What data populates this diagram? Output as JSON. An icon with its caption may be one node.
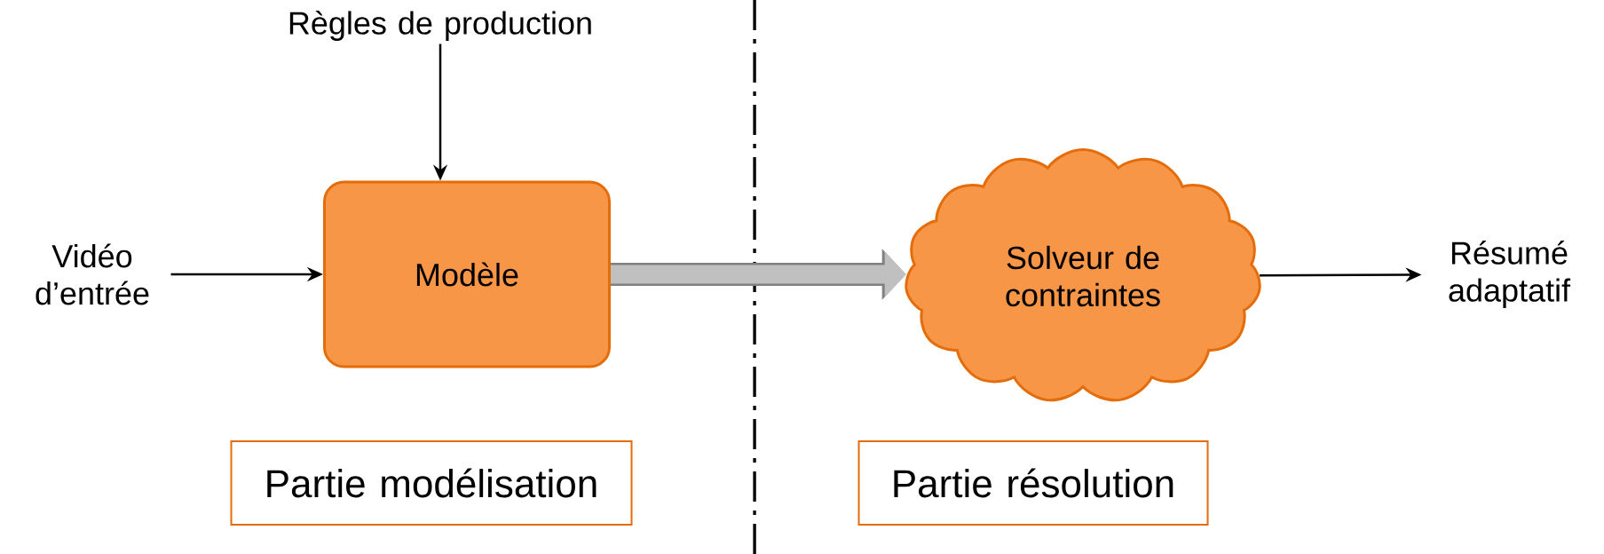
{
  "diagram": {
    "nodes": [
      {
        "text": [
          "Règles de production"
        ]
      },
      {
        "text": [
          "Vidéo d’entrée"
        ]
      },
      {
        "text": [
          "Modèle"
        ]
      },
      {
        "text": [
          "Solveur de contraintes"
        ]
      },
      {
        "text": [
          "Résumé adaptatif"
        ]
      },
      {
        "text": [
          "Partie modélisation"
        ]
      },
      {
        "text": [
          "Partie résolution"
        ]
      }
    ],
    "edges": [
      {
        "from": 0,
        "to": 2,
        "arrow": "to"
      },
      {
        "from": 1,
        "to": 2,
        "arrow": "to"
      },
      {
        "from": 2,
        "to": 3,
        "arrow": "to",
        "style": "thick",
        "color": "#c0c0c0"
      },
      {
        "from": 3,
        "to": 4,
        "arrow": "to"
      }
    ]
  }
}
